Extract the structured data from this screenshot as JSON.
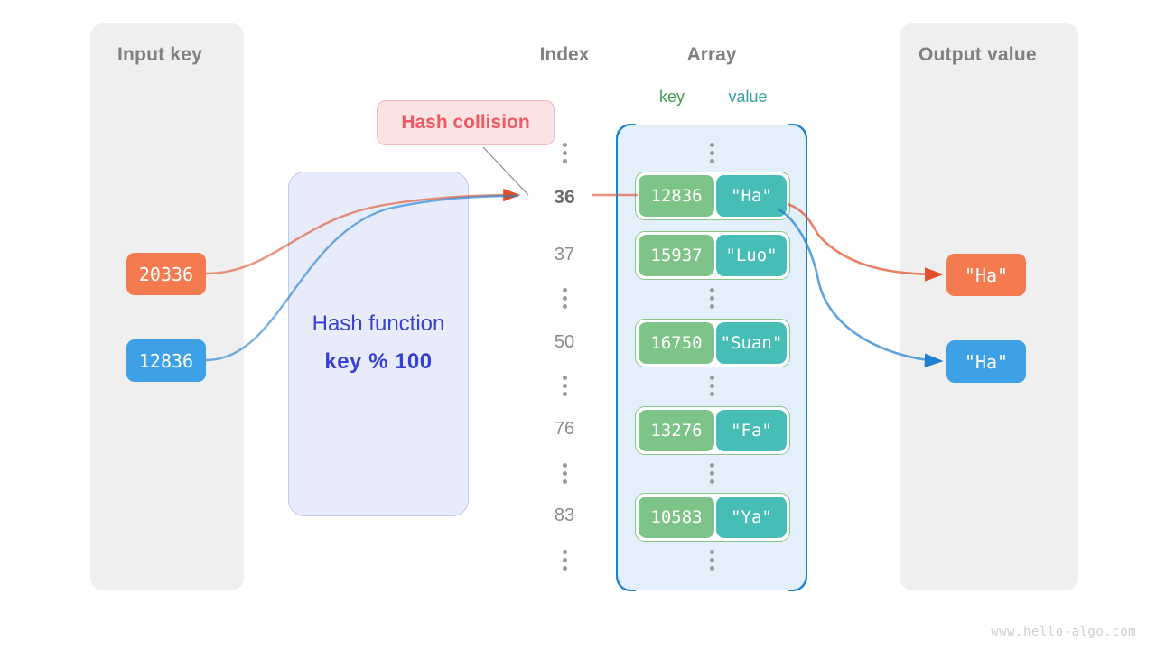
{
  "panels": {
    "input": {
      "title": "Input key"
    },
    "output": {
      "title": "Output value"
    }
  },
  "columns": {
    "index_header": "Index",
    "array_header": "Array",
    "key_header": "key",
    "value_header": "value"
  },
  "hash_function": {
    "title": "Hash function",
    "formula": "key % 100"
  },
  "callout": {
    "label": "Hash collision"
  },
  "inputs": [
    {
      "label": "20336",
      "color": "#f47b4f"
    },
    {
      "label": "12836",
      "color": "#3ea1e8"
    }
  ],
  "outputs": [
    {
      "label": "\"Ha\"",
      "color": "#f47b4f"
    },
    {
      "label": "\"Ha\"",
      "color": "#3ea1e8"
    }
  ],
  "index_column": [
    {
      "kind": "dots"
    },
    {
      "kind": "index",
      "label": "36",
      "highlighted": true
    },
    {
      "kind": "index",
      "label": "37",
      "highlighted": false
    },
    {
      "kind": "dots"
    },
    {
      "kind": "index",
      "label": "50",
      "highlighted": false
    },
    {
      "kind": "dots"
    },
    {
      "kind": "index",
      "label": "76",
      "highlighted": false
    },
    {
      "kind": "dots"
    },
    {
      "kind": "index",
      "label": "83",
      "highlighted": false
    },
    {
      "kind": "dots"
    }
  ],
  "buckets": [
    {
      "index": "36",
      "key": "12836",
      "value": "\"Ha\""
    },
    {
      "index": "37",
      "key": "15937",
      "value": "\"Luo\""
    },
    {
      "index": "50",
      "key": "16750",
      "value": "\"Suan\""
    },
    {
      "index": "76",
      "key": "13276",
      "value": "\"Fa\""
    },
    {
      "index": "83",
      "key": "10583",
      "value": "\"Ya\""
    }
  ],
  "colors": {
    "orange": "#f47b4f",
    "orange_wire": "#e1502a",
    "blue": "#3ea1e8",
    "blue_wire": "#1f7fd0",
    "key_green": "#7ec387",
    "value_teal": "#46bdb5",
    "hash_purple": "#3742d4",
    "collision_red": "#ef5a62",
    "panel_gray": "#efefef",
    "array_fill": "#e3f0fb"
  },
  "watermark": "www.hello-algo.com"
}
